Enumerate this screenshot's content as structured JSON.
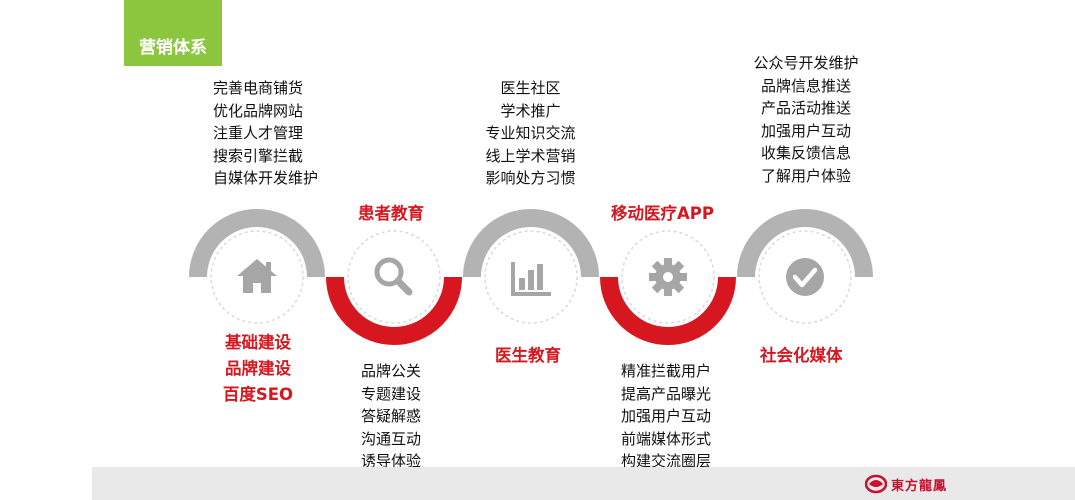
{
  "header": {
    "title": "营销体系"
  },
  "stages": [
    {
      "name": "基础建设",
      "label_lines": [
        "基础建设",
        "品牌建设",
        "百度SEO"
      ],
      "items": [
        "完善电商铺货",
        "优化品牌网站",
        "注重人才管理",
        "搜索引擎拦截",
        "自媒体开发维护"
      ],
      "icon": "home-icon"
    },
    {
      "name": "患者教育",
      "label": "患者教育",
      "items": [
        "品牌公关",
        "专题建设",
        "答疑解惑",
        "沟通互动",
        "诱导体验"
      ],
      "icon": "search-icon"
    },
    {
      "name": "医生教育",
      "label": "医生教育",
      "items": [
        "医生社区",
        "学术推广",
        "专业知识交流",
        "线上学术营销",
        "影响处方习惯"
      ],
      "icon": "bar-chart-icon"
    },
    {
      "name": "移动医疗APP",
      "label": "移动医疗APP",
      "items": [
        "精准拦截用户",
        "提高产品曝光",
        "加强用户互动",
        "前端媒体形式",
        "构建交流圈层"
      ],
      "icon": "gear-icon"
    },
    {
      "name": "社会化媒体",
      "label": "社会化媒体",
      "items": [
        "公众号开发维护",
        "品牌信息推送",
        "产品活动推送",
        "加强用户互动",
        "收集反馈信息",
        "了解用户体验"
      ],
      "icon": "check-circle-icon"
    }
  ],
  "footer": {
    "logo_text": "東方龍鳳"
  },
  "colors": {
    "red": "#d7171f",
    "gray_arc": "#b3b3b3",
    "icon_gray": "#a6a6a6",
    "green": "#8cc63f"
  }
}
